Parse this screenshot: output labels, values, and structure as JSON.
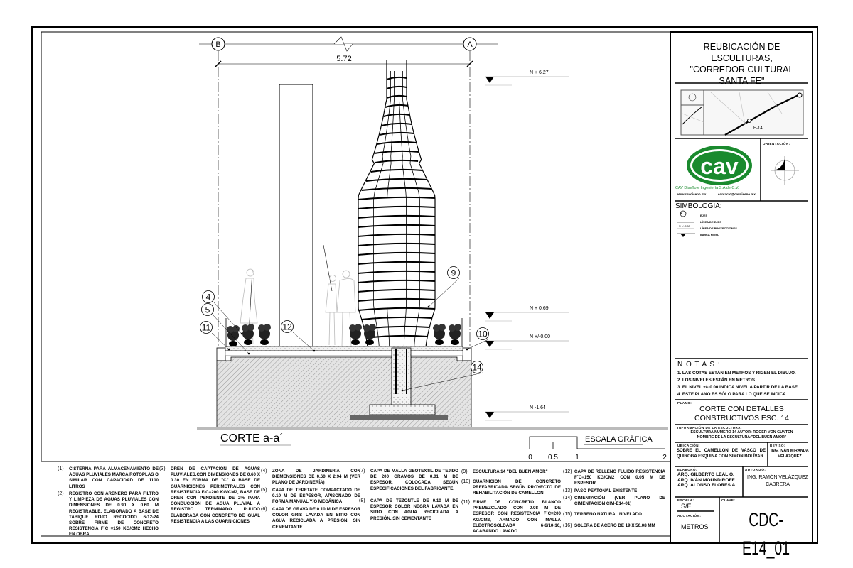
{
  "title_block": {
    "project_title": [
      "REUBICACIÓN DE ESCULTURAS,",
      "\"CORREDOR CULTURAL",
      "SANTA FE\""
    ],
    "map_label": "E-14",
    "orientation_label": "ORIENTACIÓN:",
    "company": {
      "logo_text": "cav",
      "name": "CAV Diseño e Ingeniería S.A de C.V.",
      "web": "www.cavdiseno.mx",
      "email": "contacto@cavdiseno.mx",
      "brand_color": "#1a8a2e"
    },
    "symbology": {
      "title": "SIMBOLOGÍA:",
      "items": [
        "EJES",
        "LÍNEA DE EJES",
        "LÍNEA DE PROYECCIONES",
        "INDICA NIVEL"
      ],
      "level_sample": "N +/- 0.00",
      "axis_sample": "A"
    },
    "notes": {
      "title": "N O T A S :",
      "items": [
        "1. LAS COTAS ESTÁN EN METROS Y  RIGEN EL DIBUJO.",
        "2. LOS NIVELES ESTÁN EN METROS.",
        "3. EL NIVEL +/- 0.00 INDICA NIVEL A PARTIR DE LA BASE.",
        "4. ESTE PLANO ES SÓLO PARA LO QUE SE INDICA."
      ]
    },
    "plano_label": "PLANO:",
    "plano": [
      "CORTE CON DETALLES",
      "CONSTRUCTIVOS ESC. 14"
    ],
    "info_label": "INFORMACIÓN DE LA ESCULTURA:",
    "info": [
      "ESCULTURA NÚMERO 14 AUTOR: ROGER VON GUNTEN",
      "NOMBRE DE LA ESCULTURA:\"DEL BUEN AMOR\""
    ],
    "ubicacion_label": "UBICACIÓN:",
    "ubicacion": "SOBRE EL CAMELLON DE VASCO DE QUIROGA ESQUINA CON SIMON BOLÍVAR",
    "reviso_label": "REVISÓ:",
    "reviso": "ING. IVÁN MIRANDA VELÁZQUEZ",
    "elaboro_label": "ELABORÓ:",
    "elaboro": [
      "ARQ. GILBERTO LEAL O.",
      "ARQ. IVÁN MOUNDIROFF",
      "ARQ. ALONSO FLORES A."
    ],
    "autorizo_label": "AUTORIZÓ:",
    "autorizo": "ING. RAMÓN VELÁZQUEZ CABRERA",
    "escala_label": "ESCALA:",
    "escala": "S/E",
    "acotacion_label": "ACOTACIÓN:",
    "acotacion": "METROS",
    "clave_label": "CLAVE:",
    "clave": "CDC-E14_01"
  },
  "drawing": {
    "axes": [
      "B",
      "A"
    ],
    "dimension": "5.72",
    "levels": [
      "N + 6.27",
      "N + 0.69",
      "N +/-0.00",
      "N -1.64"
    ],
    "callouts": [
      "4",
      "5",
      "11",
      "12",
      "9",
      "10",
      "14"
    ],
    "section_title": "CORTE a-a´",
    "scale": {
      "title": "ESCALA GRÁFICA",
      "ticks": [
        "0",
        "0.5",
        "1",
        "2"
      ]
    }
  },
  "legend_notes": [
    {
      "n": "1",
      "text": "CISTERNA PARA ALMACENAMIENTO DE AGUAS PLUVIALES MARCA ROTOPLAS O SIMILAR CON CAPACIDAD DE 1100 LITROS"
    },
    {
      "n": "2",
      "text": "REGISTRÓ CON ARENERO PARA FILTRO Y LIMPIEZA DE AGUAS PLUVIALES CON DIMENSIONES DE 0.90 X 0.60 M REGISTRABLE, ELABORADO A BASE DE TABIQUE ROJO RECOCIDO 6-12-24 SOBRE FIRME DE CONCRETO RESISTENCIA F´C =150 KG/CM2 HECHO EN OBRA"
    },
    {
      "n": "3",
      "text": "DREN DE CAPTACIÓN DE AGUAS PLUVIALES,CON DIMENSIONES DE 0.60 X 0.30 EN FORMA DE \"C\" A BASE DE GUARNICIONES PERIMETRALES CON RESISTENCIA F/C=200 KG/CM2, BASE DE DREN CON PENDIENTE DE 2% PARA CONDUCCIÓN DE AGUA PLUVIAL A REGISTRO TERMINADO PULIDO ELABORADA CON CONCRETO DE IGUAL RESISTENCIA A LAS GUARNICIONES"
    },
    {
      "n": "4",
      "text": "ZONA DE JARDINERIA CON DIEMENSIONES DE 0.60 X 2.94 M (VER PLANO DE JARDINERÍA)"
    },
    {
      "n": "5",
      "text": "CAPA DE TEPETATE COMPACTADO DE 0.10 M DE ESPESOR, APISONADO DE FORMA MANUAL Y/O MECÁNICA"
    },
    {
      "n": "6",
      "text": "CAPA DE GRAVA DE 0.10 M DE ESPESOR COLOR GRIS LAVADA EN SITIO CON AGUA RECICLADA A PRESIÓN, SIN CEMENTANTE"
    },
    {
      "n": "7",
      "text": "CAPA DE MALLA GEOTEXTIL DE TEJIDO DE 200 GRAMOS DE 0.01 M DE ESPESOR, COLOCADA SEGÚN ESPECIFICACIONES DEL FABRICANTE."
    },
    {
      "n": "8",
      "text": "CAPA DE TEZONTLE DE 0.10 M DE ESPESOR COLOR NEGRA LAVADA EN SITIO CON AGUA RECICLADA A PRESIÓN, SIN CEMENTANTE"
    },
    {
      "n": "9",
      "text": "ESCULTURA 14 \"DEL BUEN AMOR\""
    },
    {
      "n": "10",
      "text": "GUARNICIÓN DE CONCRETO PREFABRICADA SEGÚN PROYECTO DE REHABILITACIÓN DE CAMELLON"
    },
    {
      "n": "11",
      "text": "FIRME DE CONCRETO BLANCO PREMEZCLADO CON 0.08 M DE ESPESOR CON RESISTENCIA F´C=200 KG/CM2, ARMADO CON MALLA ELECTROSOLDADA 6-6/10-10, ACABANDO LAVADO"
    },
    {
      "n": "12",
      "text": "CAPA DE RELLENO FLUIDO RESISTENCIA F´C=150 KG/CM2 CON 0.05 M DE ESPESOR"
    },
    {
      "n": "13",
      "text": "PASO PEATONAL EXISTENTE"
    },
    {
      "n": "14",
      "text": "CIMENTACIÓN (VER PLANO DE CIMENTACIÓN CIM-E14-01)"
    },
    {
      "n": "15",
      "text": "TERRENO NATURAL NIVELADO"
    },
    {
      "n": "16",
      "text": "SOLERA DE ACERO DE 19 X 50.08 MM"
    }
  ]
}
